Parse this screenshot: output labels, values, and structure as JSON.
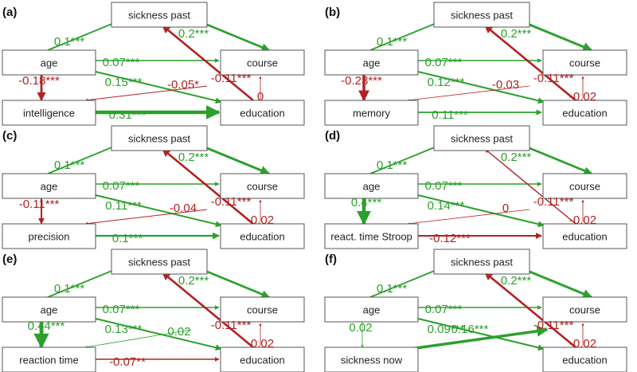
{
  "colors": {
    "positive": "#2ca02c",
    "negative": "#b22222",
    "border": "#555555",
    "text": "#222222"
  },
  "panels": [
    {
      "label": "(a)",
      "nodes": {
        "sickness": "sickness past",
        "age": "age",
        "course": "course",
        "mediator": "intelligence",
        "education": "education"
      },
      "edges": [
        {
          "id": "age-sickness",
          "label": "0.1***",
          "sign": "pos",
          "weight": 1.8
        },
        {
          "id": "sickness-course",
          "label": "0.2***",
          "sign": "pos",
          "weight": 2.6
        },
        {
          "id": "age-course",
          "label": "0.07***",
          "sign": "pos",
          "weight": 1.4
        },
        {
          "id": "education-sickness",
          "label": "-0.11***",
          "sign": "neg",
          "weight": 2.6
        },
        {
          "id": "age-mediator",
          "label": "-0.18***",
          "sign": "neg",
          "weight": 2.8
        },
        {
          "id": "age-education",
          "label": "0.15***",
          "sign": "pos",
          "weight": 2.0
        },
        {
          "id": "education-mediator",
          "label": "-0.05*",
          "sign": "neg",
          "weight": 1.0
        },
        {
          "id": "mediator-education",
          "label": "0.31***",
          "sign": "pos",
          "weight": 4.5
        },
        {
          "id": "education-course",
          "label": "0",
          "sign": "neg",
          "weight": 0.8
        }
      ]
    },
    {
      "label": "(b)",
      "nodes": {
        "sickness": "sickness past",
        "age": "age",
        "course": "course",
        "mediator": "memory",
        "education": "education"
      },
      "edges": [
        {
          "id": "age-sickness",
          "label": "0.1***",
          "sign": "pos",
          "weight": 1.8
        },
        {
          "id": "sickness-course",
          "label": "0.2***",
          "sign": "pos",
          "weight": 3.0
        },
        {
          "id": "age-course",
          "label": "0.07***",
          "sign": "pos",
          "weight": 1.4
        },
        {
          "id": "education-sickness",
          "label": "-0.11***",
          "sign": "neg",
          "weight": 2.6
        },
        {
          "id": "age-mediator",
          "label": "-0.23***",
          "sign": "neg",
          "weight": 3.5
        },
        {
          "id": "age-education",
          "label": "0.12***",
          "sign": "pos",
          "weight": 2.0
        },
        {
          "id": "education-mediator",
          "label": "-0.03",
          "sign": "neg",
          "weight": 0.8
        },
        {
          "id": "mediator-education",
          "label": "0.11***",
          "sign": "pos",
          "weight": 1.8
        },
        {
          "id": "education-course",
          "label": "-0.02",
          "sign": "neg",
          "weight": 0.8
        }
      ]
    },
    {
      "label": "(c)",
      "nodes": {
        "sickness": "sickness past",
        "age": "age",
        "course": "course",
        "mediator": "precision",
        "education": "education"
      },
      "edges": [
        {
          "id": "age-sickness",
          "label": "0.1***",
          "sign": "pos",
          "weight": 1.8
        },
        {
          "id": "sickness-course",
          "label": "0.2***",
          "sign": "pos",
          "weight": 3.0
        },
        {
          "id": "age-course",
          "label": "0.07***",
          "sign": "pos",
          "weight": 1.4
        },
        {
          "id": "education-sickness",
          "label": "-0.11***",
          "sign": "neg",
          "weight": 2.6
        },
        {
          "id": "age-mediator",
          "label": "-0.11***",
          "sign": "neg",
          "weight": 2.0
        },
        {
          "id": "age-education",
          "label": "0.11***",
          "sign": "pos",
          "weight": 2.0
        },
        {
          "id": "education-mediator",
          "label": "-0.04",
          "sign": "neg",
          "weight": 1.0
        },
        {
          "id": "mediator-education",
          "label": "0.1***",
          "sign": "pos",
          "weight": 2.2
        },
        {
          "id": "education-course",
          "label": "-0.02",
          "sign": "neg",
          "weight": 0.8
        }
      ]
    },
    {
      "label": "(d)",
      "nodes": {
        "sickness": "sickness past",
        "age": "age",
        "course": "course",
        "mediator": "react. time Stroop",
        "education": "education"
      },
      "edges": [
        {
          "id": "age-sickness",
          "label": "0.1***",
          "sign": "pos",
          "weight": 1.8
        },
        {
          "id": "sickness-course",
          "label": "0.2***",
          "sign": "pos",
          "weight": 2.6
        },
        {
          "id": "age-course",
          "label": "0.07***",
          "sign": "pos",
          "weight": 1.4
        },
        {
          "id": "education-sickness",
          "label": "-0.11***",
          "sign": "neg",
          "weight": 1.4
        },
        {
          "id": "age-mediator",
          "label": "0.4***",
          "sign": "pos",
          "weight": 4.5
        },
        {
          "id": "age-education",
          "label": "0.14***",
          "sign": "pos",
          "weight": 2.0
        },
        {
          "id": "education-mediator",
          "label": "0",
          "sign": "neg",
          "weight": 0.8
        },
        {
          "id": "mediator-education",
          "label": "-0.12***",
          "sign": "neg",
          "weight": 2.0
        },
        {
          "id": "education-course",
          "label": "-0.02",
          "sign": "neg",
          "weight": 0.8
        }
      ]
    },
    {
      "label": "(e)",
      "nodes": {
        "sickness": "sickness past",
        "age": "age",
        "course": "course",
        "mediator": "reaction time",
        "education": "education"
      },
      "edges": [
        {
          "id": "age-sickness",
          "label": "0.1***",
          "sign": "pos",
          "weight": 1.8
        },
        {
          "id": "sickness-course",
          "label": "0.2***",
          "sign": "pos",
          "weight": 2.6
        },
        {
          "id": "age-course",
          "label": "0.07***",
          "sign": "pos",
          "weight": 1.4
        },
        {
          "id": "education-sickness",
          "label": "-0.11***",
          "sign": "neg",
          "weight": 2.6
        },
        {
          "id": "age-mediator",
          "label": "0.44***",
          "sign": "pos",
          "weight": 4.8
        },
        {
          "id": "age-education",
          "label": "0.13***",
          "sign": "pos",
          "weight": 2.0
        },
        {
          "id": "education-mediator",
          "label": "0.02",
          "sign": "pos",
          "weight": 0.8
        },
        {
          "id": "mediator-education",
          "label": "-0.07**",
          "sign": "neg",
          "weight": 1.4
        },
        {
          "id": "education-course",
          "label": "-0.02",
          "sign": "neg",
          "weight": 0.8
        }
      ]
    },
    {
      "label": "(f)",
      "nodes": {
        "sickness": "sickness past",
        "age": "age",
        "course": "course",
        "mediator": "sickness now",
        "education": "education"
      },
      "edges": [
        {
          "id": "age-sickness",
          "label": "0.1***",
          "sign": "pos",
          "weight": 1.8
        },
        {
          "id": "sickness-course",
          "label": "0.2***",
          "sign": "pos",
          "weight": 3.0
        },
        {
          "id": "age-course",
          "label": "0.07***",
          "sign": "pos",
          "weight": 1.4
        },
        {
          "id": "education-sickness",
          "label": "-0.11***",
          "sign": "neg",
          "weight": 2.6
        },
        {
          "id": "age-mediator",
          "label": "0.02",
          "sign": "pos",
          "weight": 0.8
        },
        {
          "id": "age-education",
          "label": "0.09***",
          "sign": "pos",
          "weight": 2.0
        },
        {
          "id": "education-mediator",
          "label": "0.16***",
          "sign": "pos",
          "weight": 3.5
        },
        {
          "id": "education-course",
          "label": "-0.02",
          "sign": "neg",
          "weight": 0.8
        }
      ]
    }
  ]
}
